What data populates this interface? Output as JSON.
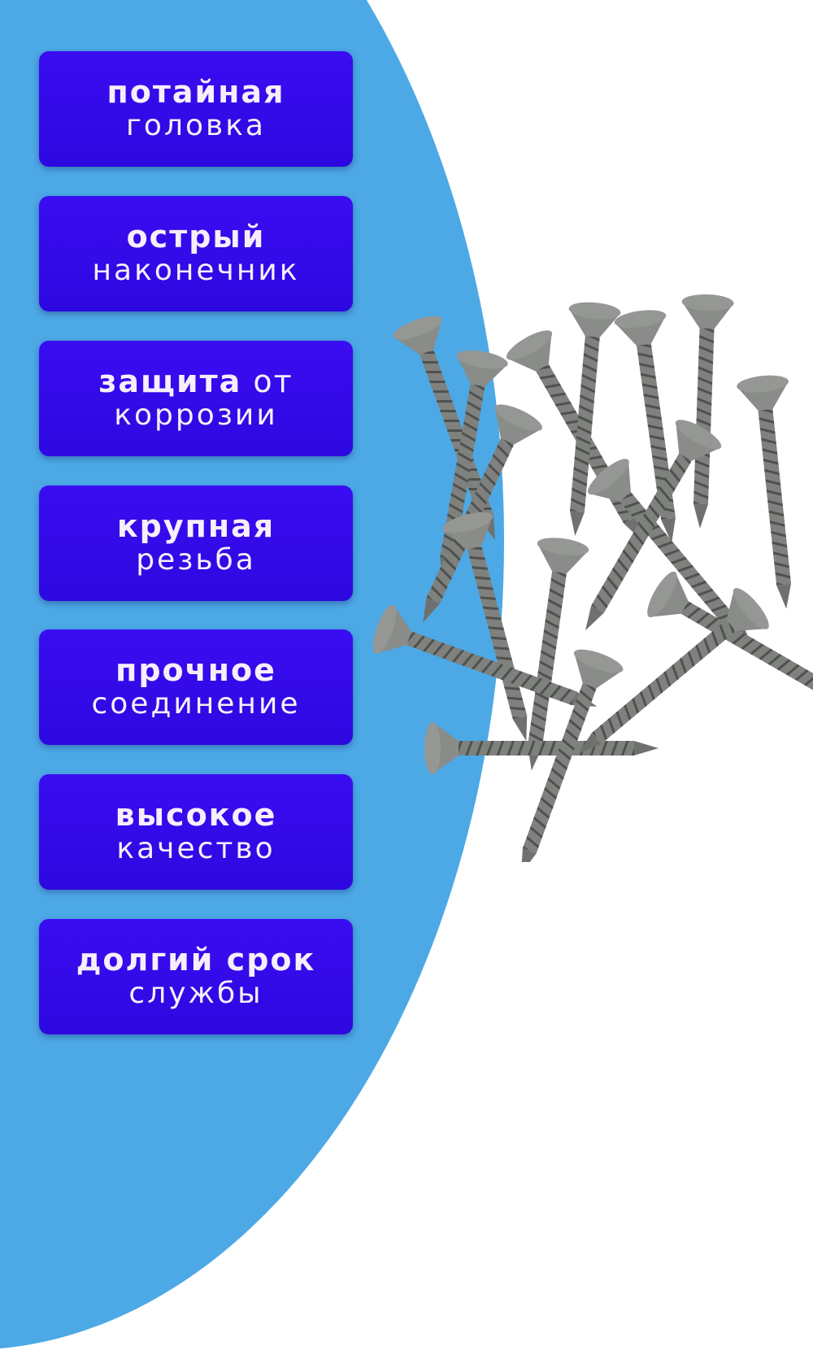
{
  "colors": {
    "background": "#ffffff",
    "blue_shape": "#4ca9e6",
    "panel": "#3a0cf2",
    "panel_text": "#f6eefb",
    "screw": "#7d7f7c"
  },
  "features": [
    {
      "bold": "потайная",
      "bold_suffix": "",
      "regular": "головка"
    },
    {
      "bold": "острый",
      "bold_suffix": "",
      "regular": "наконечник"
    },
    {
      "bold": "защита",
      "bold_suffix": " от",
      "regular": "коррозии"
    },
    {
      "bold": "крупная",
      "bold_suffix": "",
      "regular": "резьба"
    },
    {
      "bold": "прочное",
      "bold_suffix": "",
      "regular": "соединение"
    },
    {
      "bold": "высокое",
      "bold_suffix": "",
      "regular": "качество"
    },
    {
      "bold": "долгий срок",
      "bold_suffix": "",
      "regular": "службы"
    }
  ],
  "image": {
    "subject": "pile of gray drywall screws with countersunk phillips heads"
  }
}
